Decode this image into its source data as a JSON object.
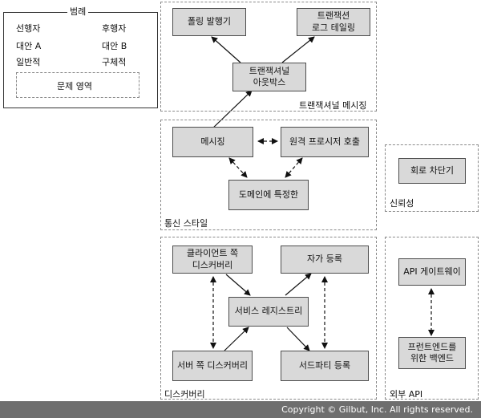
{
  "legend": {
    "title": "범례",
    "predecessor": "선행자",
    "successor": "후행자",
    "alt_a": "대안 A",
    "alt_b": "대안 B",
    "general": "일반적",
    "specific": "구체적",
    "problem_area": "문제 영역"
  },
  "regions": {
    "transactional_messaging": "트랜잭셔널 메시징",
    "communication_style": "통신 스타일",
    "reliability": "신뢰성",
    "discovery": "디스커버리",
    "external_api": "외부 API"
  },
  "nodes": {
    "polling_publisher": "폴링 발행기",
    "transaction_log_tailing": "트랜잭션\n로그 테일링",
    "transactional_outbox": "트랜잭셔널\n아웃박스",
    "messaging": "메시징",
    "remote_procedure_invocation": "원격 프로시저 호출",
    "domain_specific": "도메인에 특정한",
    "circuit_breaker": "회로 차단기",
    "client_side_discovery": "클라이언트 쪽\n디스커버리",
    "self_registration": "자가 등록",
    "service_registry": "서비스 레지스트리",
    "server_side_discovery": "서버 쪽 디스커버리",
    "third_party_registration": "서드파티 등록",
    "api_gateway": "API 게이트웨이",
    "backends_for_frontends": "프런트엔드를\n위한 백엔드"
  },
  "footer": {
    "copyright": "Copyright © Gilbut, Inc. All rights reserved."
  }
}
